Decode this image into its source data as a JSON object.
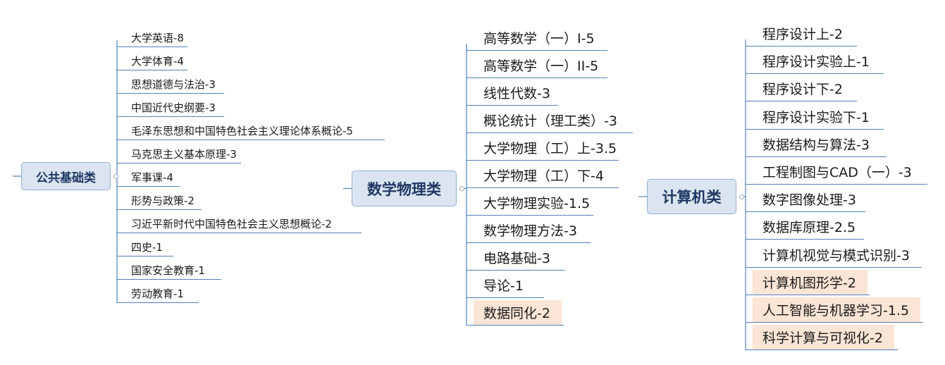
{
  "mindmap": {
    "line_color": "#4f81bd",
    "root_fill": "#dbe5f1",
    "root_text_color": "#1f3864",
    "highlight_fill": "#fbe5d6",
    "clusters": [
      {
        "title": "公共基础类",
        "items": [
          {
            "label": "大学英语-8",
            "highlight": false
          },
          {
            "label": "大学体育-4",
            "highlight": false
          },
          {
            "label": "思想道德与法治-3",
            "highlight": false
          },
          {
            "label": "中国近代史纲要-3",
            "highlight": false
          },
          {
            "label": "毛泽东思想和中国特色社会主义理论体系概论-5",
            "highlight": false
          },
          {
            "label": "马克思主义基本原理-3",
            "highlight": false
          },
          {
            "label": "军事课-4",
            "highlight": false
          },
          {
            "label": "形势与政策-2",
            "highlight": false
          },
          {
            "label": "习近平新时代中国特色社会主义思想概论-2",
            "highlight": false
          },
          {
            "label": "四史-1",
            "highlight": false
          },
          {
            "label": "国家安全教育-1",
            "highlight": false
          },
          {
            "label": "劳动教育-1",
            "highlight": false
          }
        ]
      },
      {
        "title": "数学物理类",
        "items": [
          {
            "label": "高等数学（一）I-5",
            "highlight": false
          },
          {
            "label": "高等数学（一）II-5",
            "highlight": false
          },
          {
            "label": "线性代数-3",
            "highlight": false
          },
          {
            "label": "概论统计（理工类）-3",
            "highlight": false
          },
          {
            "label": "大学物理（工）上-3.5",
            "highlight": false
          },
          {
            "label": "大学物理（工）下-4",
            "highlight": false
          },
          {
            "label": "大学物理实验-1.5",
            "highlight": false
          },
          {
            "label": "数学物理方法-3",
            "highlight": false
          },
          {
            "label": "电路基础-3",
            "highlight": false
          },
          {
            "label": "导论-1",
            "highlight": false
          },
          {
            "label": "数据同化-2",
            "highlight": true
          }
        ]
      },
      {
        "title": "计算机类",
        "items": [
          {
            "label": "程序设计上-2",
            "highlight": false
          },
          {
            "label": "程序设计实验上-1",
            "highlight": false
          },
          {
            "label": "程序设计下-2",
            "highlight": false
          },
          {
            "label": "程序设计实验下-1",
            "highlight": false
          },
          {
            "label": "数据结构与算法-3",
            "highlight": false
          },
          {
            "label": "工程制图与CAD（一）-3",
            "highlight": false
          },
          {
            "label": "数字图像处理-3",
            "highlight": false
          },
          {
            "label": "数据库原理-2.5",
            "highlight": false
          },
          {
            "label": "计算机视觉与模式识别-3",
            "highlight": false
          },
          {
            "label": "计算机图形学-2",
            "highlight": true
          },
          {
            "label": "人工智能与机器学习-1.5",
            "highlight": true
          },
          {
            "label": "科学计算与可视化-2",
            "highlight": true
          }
        ]
      }
    ]
  }
}
